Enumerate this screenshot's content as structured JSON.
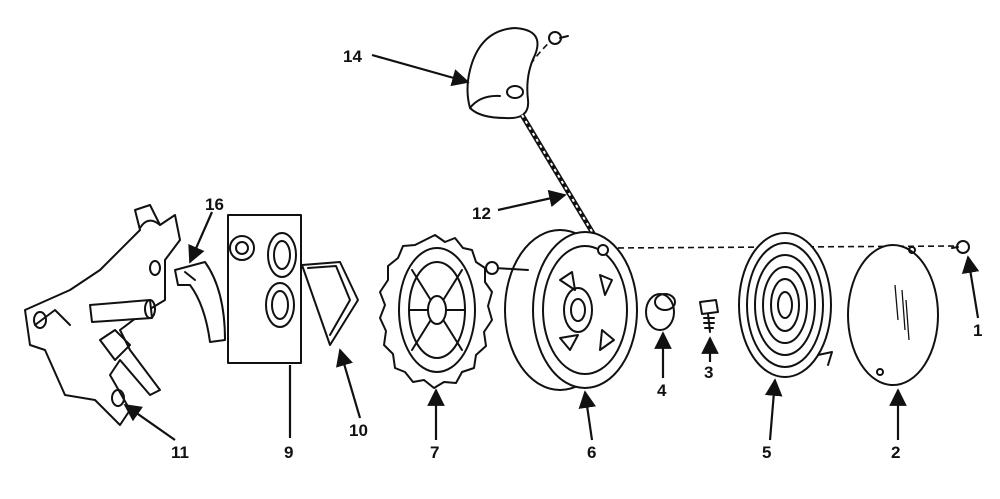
{
  "callouts": {
    "c1": "1",
    "c2": "2",
    "c3": "3",
    "c4": "4",
    "c5": "5",
    "c6": "6",
    "c7": "7",
    "c9": "9",
    "c10": "10",
    "c11": "11",
    "c12": "12",
    "c14": "14",
    "c16": "16"
  },
  "colors": {
    "ink": "#111111",
    "paper": "#ffffff"
  }
}
